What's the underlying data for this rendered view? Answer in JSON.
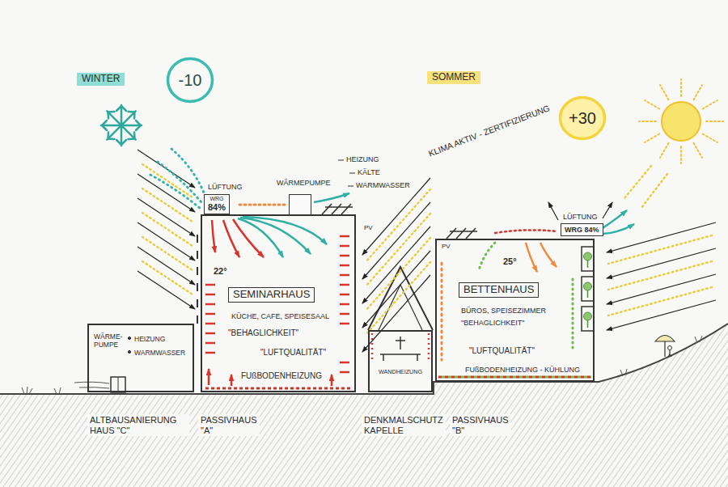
{
  "diagram": {
    "nodes": [
      {
        "text": [
          "-10"
        ]
      },
      {
        "text": [
          "+30"
        ]
      },
      {
        "text": [
          "LÜFTUNG",
          "WRG",
          "84%"
        ]
      },
      {
        "text": [
          "WÄRMEPUMPE"
        ]
      },
      {
        "text": [
          "LÜFTUNG",
          "WRG 84%"
        ]
      },
      {
        "text": [
          "22°",
          "KÜCHE, CAFE, SPEISESAAL",
          "\"BEHAGLICHKEIT\"",
          "\"LUFTQUALITÄT\"",
          "FUßBODENHEIZUNG"
        ]
      },
      {
        "text": [
          "SEMINARHAUS"
        ],
        "in": 5
      },
      {
        "text": [
          "WÄRME- PUMPE",
          "HEIZUNG",
          "WARMWASSER"
        ]
      },
      {
        "text": [
          "WANDHEIZUNG"
        ]
      },
      {
        "text": [
          "25°",
          "BÜROS, SPEISEZIMMER",
          "\"BEHAGLICHKEIT\"",
          "\"LUFTQUALITÄT\"",
          "FUßBODENHEIZUNG - KÜHLUNG"
        ]
      },
      {
        "text": [
          "BETTENHAUS"
        ],
        "in": 9
      }
    ],
    "labels": [
      "WINTER",
      "SOMMER",
      "KLIMA AKTIV - ZERTIFIZIERUNG",
      "HEIZUNG",
      "KÄLTE",
      "WARMWASSER",
      "PV",
      "PV",
      "ALTBAUSANIERUNG HAUS \"C\"",
      "PASSIVHAUS \"A\"",
      "DENKMALSCHUTZ KAPELLE",
      "PASSIVHAUS \"B\""
    ]
  }
}
